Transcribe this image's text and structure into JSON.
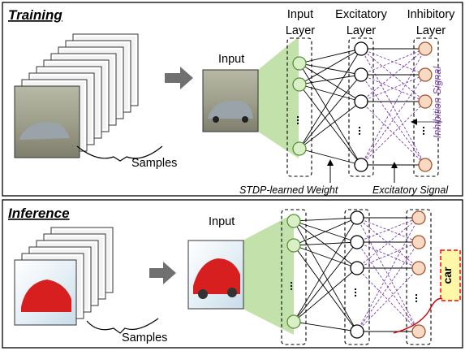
{
  "training": {
    "title": "Training",
    "samples_label": "Samples",
    "input_label": "Input",
    "layers": {
      "input": [
        "Input",
        "Layer"
      ],
      "excitatory": [
        "Excitatory",
        "Layer"
      ],
      "inhibitory": [
        "Inhibitory",
        "Layer"
      ]
    },
    "stdp_label": "STDP-learned Weight",
    "excitatory_signal_label": "Excitatory Signal",
    "inhibition_signal_label": "Inhibition Signal"
  },
  "inference": {
    "title": "Inference",
    "samples_label": "Samples",
    "input_label": "Input",
    "output_label": "car"
  },
  "ellipsis": "...",
  "colors": {
    "input_neuron": "#d9efc6",
    "input_neuron_stroke": "#5a8f3a",
    "inhibitory_neuron": "#f8d9c3",
    "inhibitory_neuron_stroke": "#a0522d",
    "inhibition_lines": "#7a3fb0",
    "arrow": "#707070",
    "output_border": "#ff0000"
  }
}
